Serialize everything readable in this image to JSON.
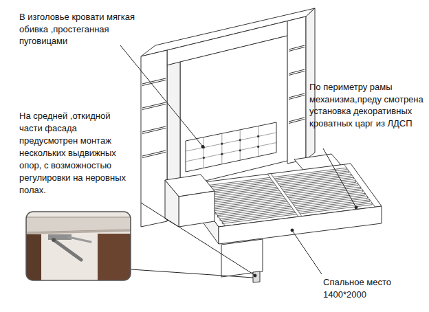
{
  "diagram": {
    "labels": [
      "В изголовье кровати мягкая обивка ,простеганная пуговицами",
      "На средней ,откидной части фасада предусмотрен монтаж нескольких выдвижных опор, с возможностью регулировки на неровных полах.",
      "По периметру рамы механизма,преду смотрена установка декоративных кроватных царг из ЛДСП",
      "Спальное место 1400*2000"
    ]
  }
}
